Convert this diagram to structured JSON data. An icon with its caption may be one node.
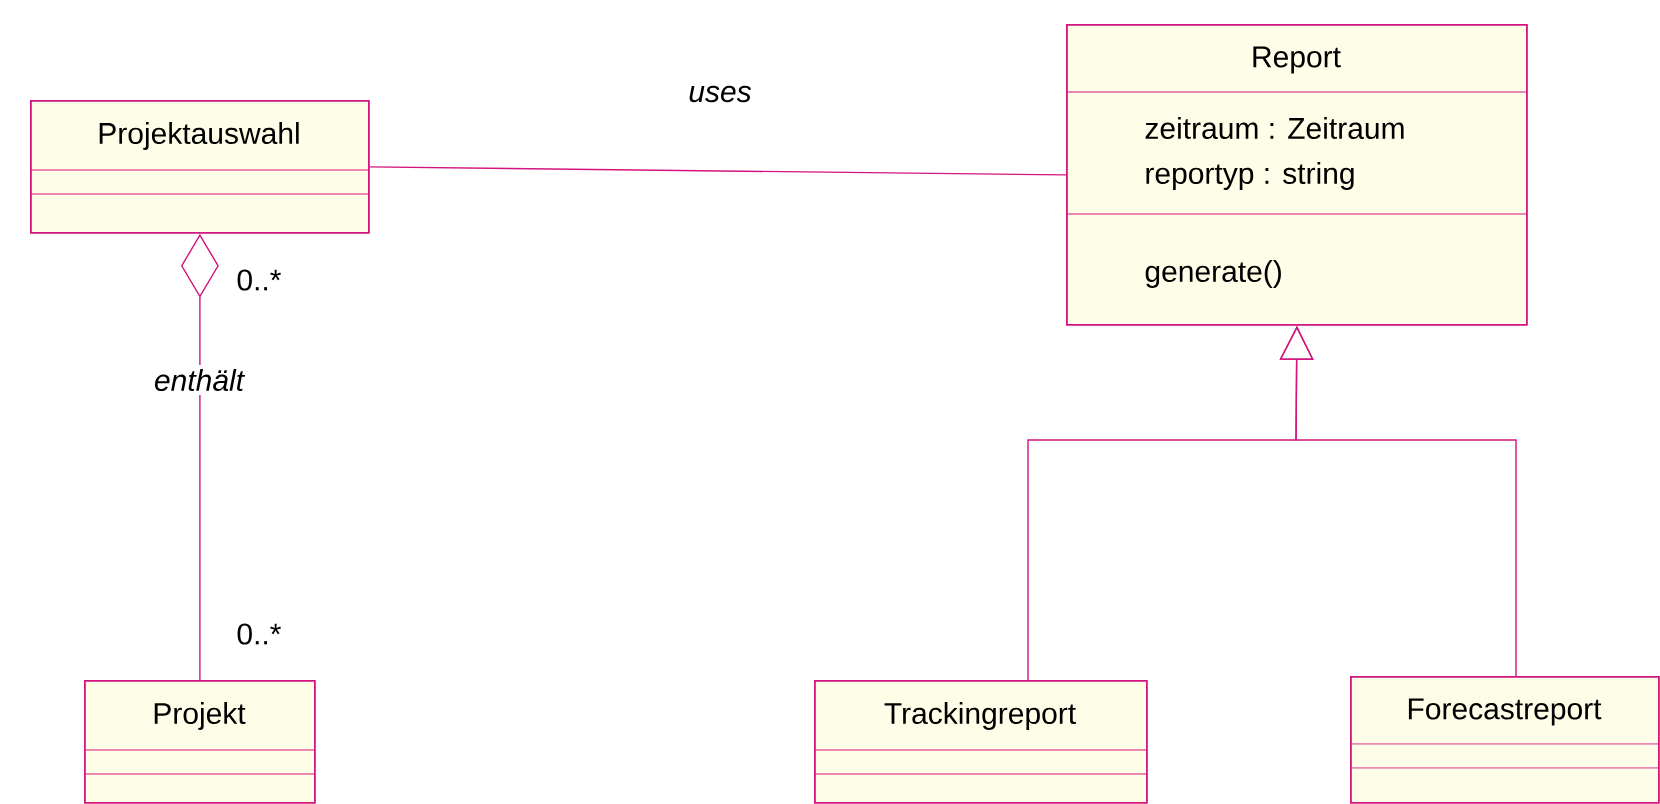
{
  "diagram": {
    "nodes": [
      {
        "text": [
          "Projektauswahl"
        ]
      },
      {
        "text": [
          "Projekt"
        ]
      },
      {
        "text": [
          "Report",
          "zeitraum : Zeitraum",
          "reportyp : string",
          "generate()"
        ]
      },
      {
        "text": [
          "Trackingreport"
        ]
      },
      {
        "text": [
          "Forecastreport"
        ]
      }
    ],
    "edges": [
      {
        "from": 0,
        "to": 2,
        "arrow": "none",
        "label": "uses"
      },
      {
        "from": 0,
        "to": 1,
        "arrow": "other",
        "label": "enthält"
      },
      {
        "from": 3,
        "to": 2,
        "arrow": "to"
      },
      {
        "from": 4,
        "to": 2,
        "arrow": "to"
      }
    ],
    "labels": [
      "0..*",
      "0..*"
    ]
  }
}
